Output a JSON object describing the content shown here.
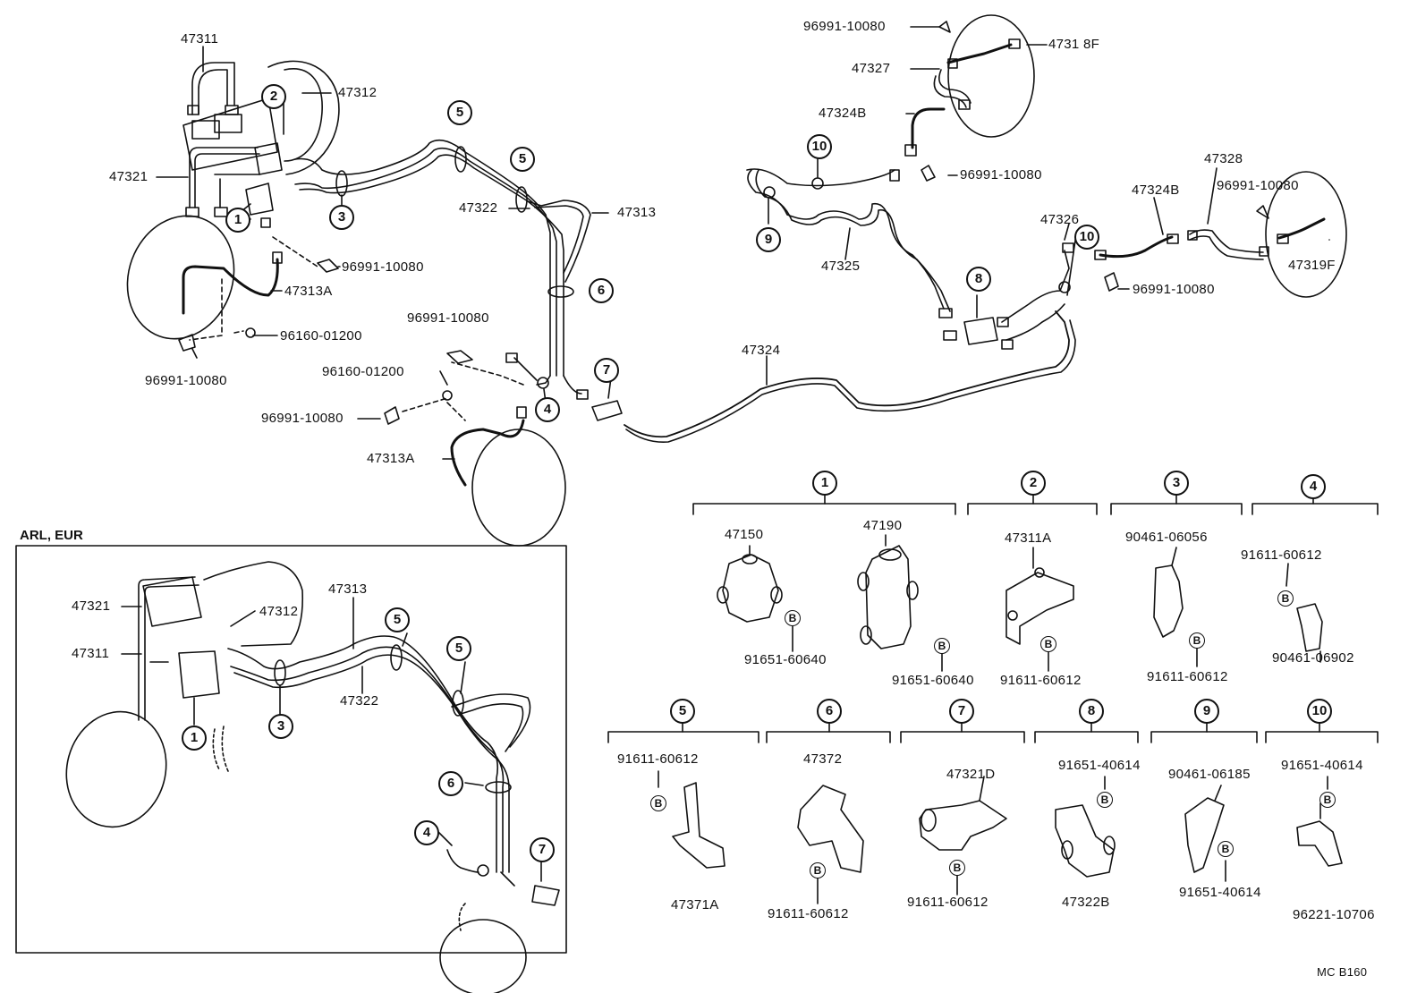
{
  "labels": {
    "main": [
      {
        "id": "p47311_a",
        "text": "47311"
      },
      {
        "id": "p47312_a",
        "text": "47312"
      },
      {
        "id": "p47321_a",
        "text": "47321"
      },
      {
        "id": "p47313A_a",
        "text": "47313A"
      },
      {
        "id": "p96991_a",
        "text": "96991-10080"
      },
      {
        "id": "p96160_a",
        "text": "96160-01200"
      },
      {
        "id": "p96991_b",
        "text": "96991-10080"
      },
      {
        "id": "p47322_a",
        "text": "47322"
      },
      {
        "id": "p47313_a",
        "text": "47313"
      },
      {
        "id": "p96991_c",
        "text": "96991-10080"
      },
      {
        "id": "p96160_b",
        "text": "96160-01200"
      },
      {
        "id": "p96991_d",
        "text": "96991-10080"
      },
      {
        "id": "p47313A_b",
        "text": "47313A"
      },
      {
        "id": "p47324",
        "text": "47324"
      },
      {
        "id": "p47325",
        "text": "47325"
      },
      {
        "id": "p96991_e",
        "text": "96991-10080"
      },
      {
        "id": "p47327",
        "text": "47327"
      },
      {
        "id": "p47318F",
        "text": "4731 8F"
      },
      {
        "id": "p47324B_a",
        "text": "47324B"
      },
      {
        "id": "p96991_f",
        "text": "96991-10080"
      },
      {
        "id": "p47328",
        "text": "47328"
      },
      {
        "id": "p47324B_b",
        "text": "47324B"
      },
      {
        "id": "p96991_g",
        "text": "96991-10080"
      },
      {
        "id": "p47326",
        "text": "47326"
      },
      {
        "id": "p47319F",
        "text": "47319F"
      },
      {
        "id": "p96991_h",
        "text": "96991-10080"
      }
    ],
    "inset": [
      {
        "id": "i47321",
        "text": "47321"
      },
      {
        "id": "i47311",
        "text": "47311"
      },
      {
        "id": "i47313",
        "text": "47313"
      },
      {
        "id": "i47312",
        "text": "47312"
      },
      {
        "id": "i47322",
        "text": "47322"
      }
    ],
    "detail": [
      {
        "id": "d47150",
        "text": "47150"
      },
      {
        "id": "d47190",
        "text": "47190"
      },
      {
        "id": "d91651a",
        "text": "91651-60640"
      },
      {
        "id": "d91651b",
        "text": "91651-60640"
      },
      {
        "id": "d47311A",
        "text": "47311A"
      },
      {
        "id": "d91611a",
        "text": "91611-60612"
      },
      {
        "id": "d90461a",
        "text": "90461-06056"
      },
      {
        "id": "d91611b",
        "text": "91611-60612"
      },
      {
        "id": "d91611c",
        "text": "91611-60612"
      },
      {
        "id": "d90461b",
        "text": "90461-06902"
      },
      {
        "id": "d91611d",
        "text": "91611-60612"
      },
      {
        "id": "d47371A",
        "text": "47371A"
      },
      {
        "id": "d47372",
        "text": "47372"
      },
      {
        "id": "d91611e",
        "text": "91611-60612"
      },
      {
        "id": "d47321D",
        "text": "47321D"
      },
      {
        "id": "d91611f",
        "text": "91611-60612"
      },
      {
        "id": "d91651c",
        "text": "91651-40614"
      },
      {
        "id": "d47322B",
        "text": "47322B"
      },
      {
        "id": "d90461c",
        "text": "90461-06185"
      },
      {
        "id": "d91651d",
        "text": "91651-40614"
      },
      {
        "id": "d91651e",
        "text": "91651-40614"
      },
      {
        "id": "d96221",
        "text": "96221-10706"
      }
    ]
  },
  "callouts": {
    "main": [
      "1",
      "2",
      "3",
      "5",
      "5",
      "6",
      "4",
      "7",
      "8",
      "9",
      "10",
      "10"
    ],
    "inset": [
      "1",
      "3",
      "5",
      "5",
      "6",
      "4",
      "7"
    ],
    "groups": [
      "1",
      "2",
      "3",
      "4",
      "5",
      "6",
      "7",
      "8",
      "9",
      "10"
    ]
  },
  "b_symbol": "B",
  "inset_title": "ARL, EUR",
  "diagram_code": "MC B160"
}
